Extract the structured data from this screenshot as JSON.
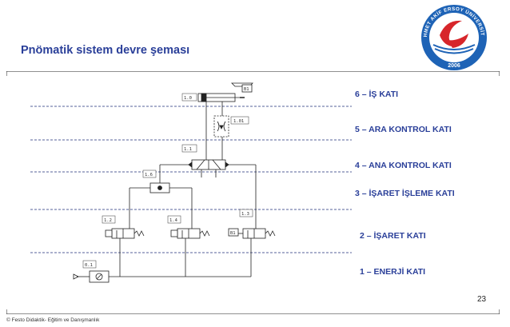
{
  "slide": {
    "title": "Pnömatik sistem devre şeması",
    "page_number": "23",
    "footer": "© Festo Didaktik- Eğitim ve Danışmanlık",
    "colors": {
      "title": "#2a3f99",
      "lines": "#1f2d7a",
      "logo_blue": "#1e63b6",
      "logo_red": "#d7262b"
    }
  },
  "logo": {
    "text": "MEHMET AKİF ERSOY ÜNİVERSİTESİ",
    "year": "2006",
    "icon": "university-seal-icon"
  },
  "levels": [
    {
      "label": "6 – İŞ KATI"
    },
    {
      "label": "5 – ARA KONTROL KATI"
    },
    {
      "label": "4 – ANA KONTROL KATI"
    },
    {
      "label": "3 – İŞARET İŞLEME KATI"
    },
    {
      "label": "2 – İŞARET KATI"
    },
    {
      "label": "1 – ENERJİ KATI"
    }
  ],
  "components": {
    "cylinder": "1.0",
    "flow_valve": "1.01",
    "main_valve": "1.1",
    "shuttle_valve": "1.6",
    "valve_left": "1.2",
    "valve_mid": "1.4",
    "valve_right": "1.3",
    "sensor_top": "B1",
    "sensor_bottom": "B1",
    "supply": "0.1"
  }
}
